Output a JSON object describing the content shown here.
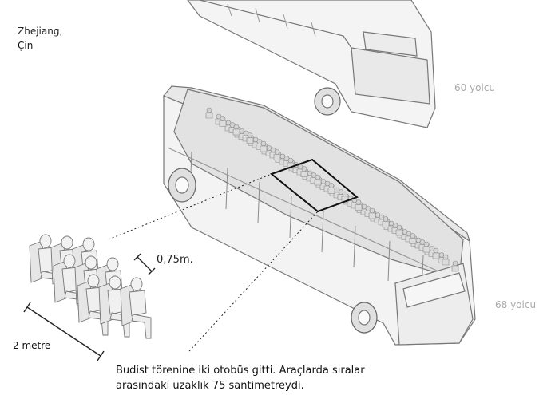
{
  "location": {
    "city": "Zhejiang,",
    "country": "Çin"
  },
  "buses": [
    {
      "capacity_label": "60 yolcu"
    },
    {
      "capacity_label": "68 yolcu"
    }
  ],
  "dimensions": {
    "row_spacing": "0,75m.",
    "width": "2 metre"
  },
  "caption": "Budist törenine iki otobüs gitti. Araçlarda sıralar arasındaki uzaklık 75 santimetreydi.",
  "colors": {
    "bus_stroke": "#777777",
    "bus_fill": "#f4f4f4",
    "seat_fill": "#e6e6e6",
    "label_grey": "#aaaaaa",
    "highlight": "#111111"
  }
}
